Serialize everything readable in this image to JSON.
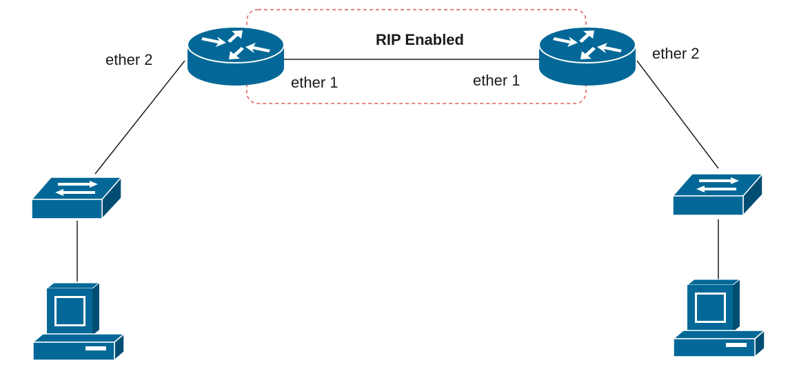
{
  "diagram": {
    "zone_label": "RIP Enabled",
    "left_router": {
      "ether1_label": "ether 1",
      "ether2_label": "ether 2"
    },
    "right_router": {
      "ether1_label": "ether 1",
      "ether2_label": "ether 2"
    }
  },
  "colors": {
    "device_blue": "#036897",
    "device_dark": "#024e72",
    "zone_border": "#e05a5a",
    "link_line": "#1a1a1a"
  },
  "icons": {
    "router": "router-icon",
    "switch": "switch-icon",
    "workstation": "workstation-icon"
  }
}
